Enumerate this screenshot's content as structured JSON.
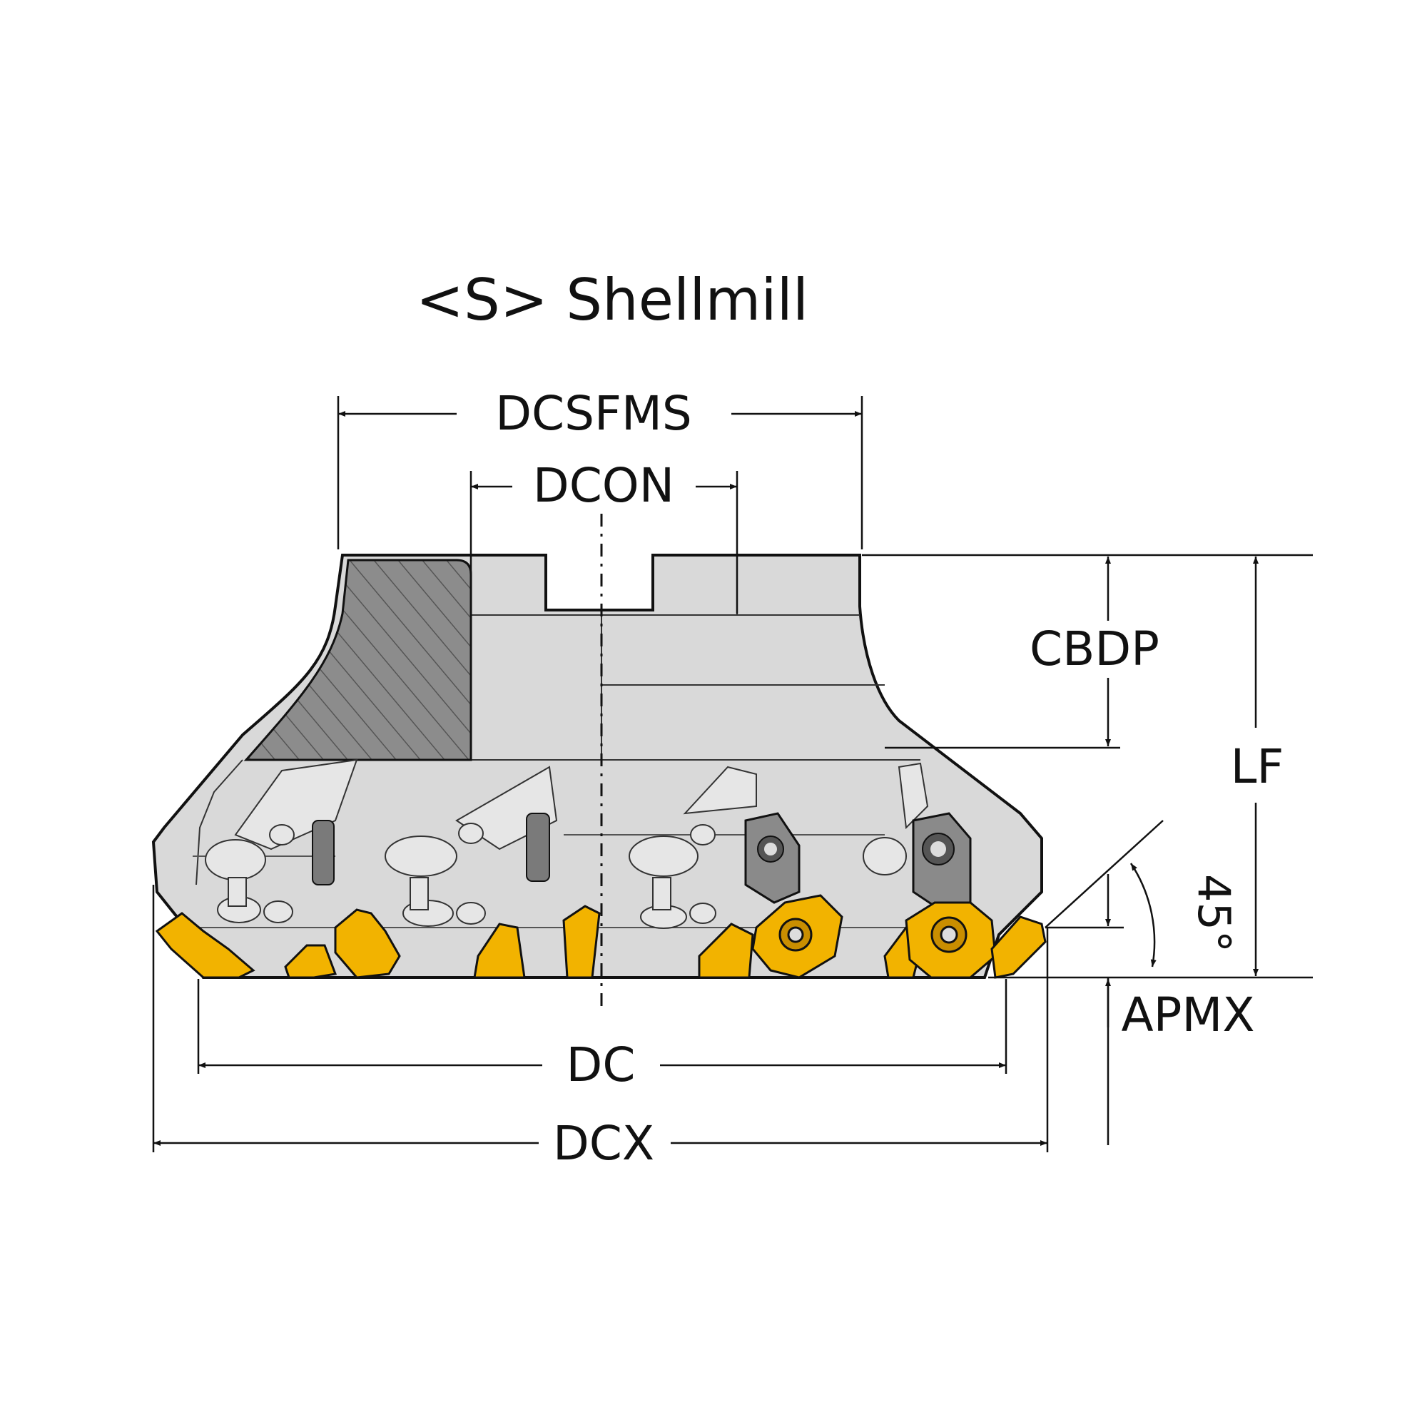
{
  "title": "<S> Shellmill",
  "dimensions": {
    "dcsfms": "DCSFMS",
    "dcon": "DCON",
    "cbdp": "CBDP",
    "lf": "LF",
    "angle": "45°",
    "apmx": "APMX",
    "dc": "DC",
    "dcx": "DCX"
  },
  "colors": {
    "body": "#d9d9d9",
    "body_light": "#e6e6e6",
    "section": "#8c8c8c",
    "insert": "#f2b300",
    "insert_dark": "#c98e00",
    "line": "#111111"
  }
}
